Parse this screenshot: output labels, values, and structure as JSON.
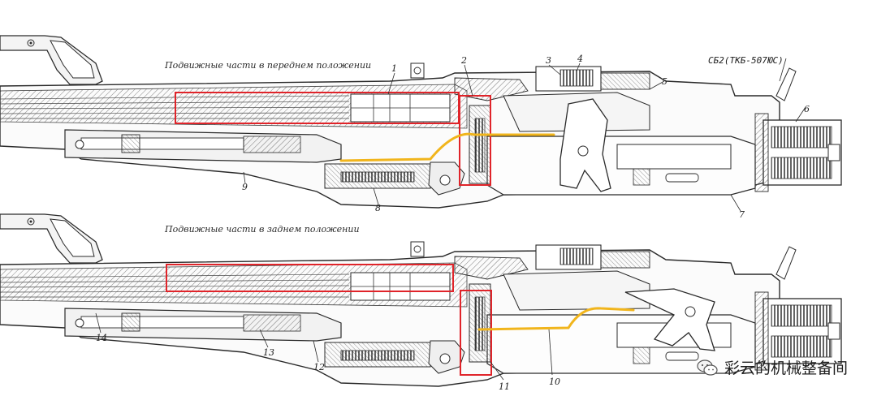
{
  "captions": {
    "top": "Подвижные части в переднем положении",
    "bottom": "Подвижные части в заднем положении"
  },
  "drawing_reference": "СБ2(ТКБ-507ЮС)",
  "part_numbers_top": [
    "1",
    "2",
    "3",
    "4",
    "5",
    "6",
    "7",
    "8",
    "9"
  ],
  "part_numbers_bottom": [
    "10",
    "11",
    "12",
    "13",
    "14"
  ],
  "watermark": {
    "text": "彩云的机械整备间",
    "icon": "wechat-logo"
  },
  "colors": {
    "highlight_box": "#e0242a",
    "highlight_path": "#f1b51c",
    "line": "#2a2a2a"
  }
}
